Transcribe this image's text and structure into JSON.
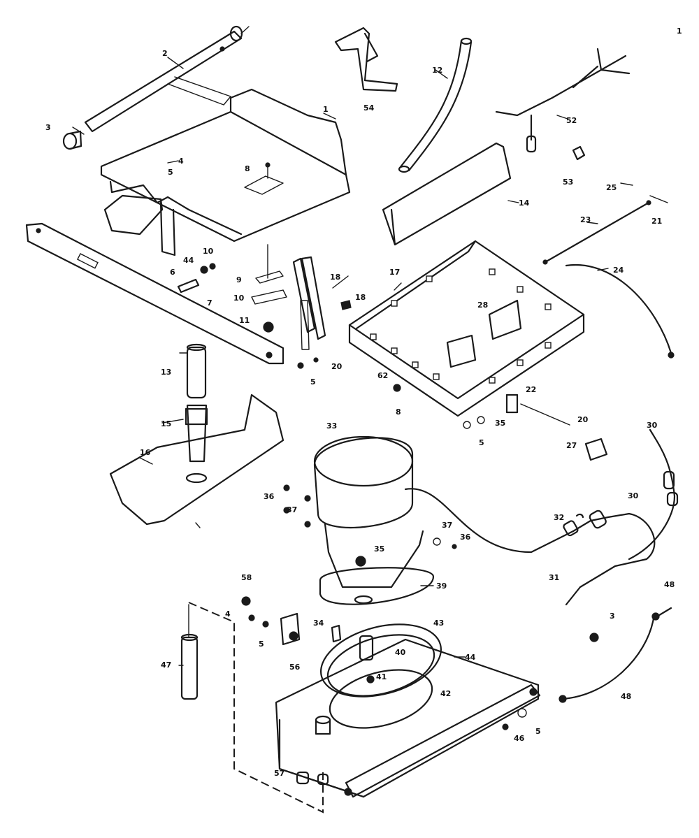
{
  "diagram": {
    "corner_mark": "1",
    "callouts": [
      {
        "id": "c1",
        "text": "1"
      },
      {
        "id": "c2",
        "text": "2"
      },
      {
        "id": "c3",
        "text": "3"
      },
      {
        "id": "c4a",
        "text": "4"
      },
      {
        "id": "c5a",
        "text": "5"
      },
      {
        "id": "c8a",
        "text": "8"
      },
      {
        "id": "c7",
        "text": "7"
      },
      {
        "id": "c6",
        "text": "6"
      },
      {
        "id": "c44a",
        "text": "44"
      },
      {
        "id": "c10a",
        "text": "10"
      },
      {
        "id": "c9",
        "text": "9"
      },
      {
        "id": "c10b",
        "text": "10"
      },
      {
        "id": "c11",
        "text": "11"
      },
      {
        "id": "c5b",
        "text": "5"
      },
      {
        "id": "c20a",
        "text": "20"
      },
      {
        "id": "c13",
        "text": "13"
      },
      {
        "id": "c15",
        "text": "15"
      },
      {
        "id": "c16",
        "text": "16"
      },
      {
        "id": "c12",
        "text": "12"
      },
      {
        "id": "c54a",
        "text": "54"
      },
      {
        "id": "c52",
        "text": "52"
      },
      {
        "id": "c53",
        "text": "53"
      },
      {
        "id": "c14",
        "text": "14"
      },
      {
        "id": "c25",
        "text": "25"
      },
      {
        "id": "c21",
        "text": "21"
      },
      {
        "id": "c23",
        "text": "23"
      },
      {
        "id": "c24",
        "text": "24"
      },
      {
        "id": "c17",
        "text": "17"
      },
      {
        "id": "c18a",
        "text": "18"
      },
      {
        "id": "c18b",
        "text": "18"
      },
      {
        "id": "c28",
        "text": "28"
      },
      {
        "id": "c62",
        "text": "62"
      },
      {
        "id": "c8b",
        "text": "8"
      },
      {
        "id": "c22",
        "text": "22"
      },
      {
        "id": "c20b",
        "text": "20"
      },
      {
        "id": "c35a",
        "text": "35"
      },
      {
        "id": "c5c",
        "text": "5"
      },
      {
        "id": "c27",
        "text": "27"
      },
      {
        "id": "c33",
        "text": "33"
      },
      {
        "id": "c36a",
        "text": "36"
      },
      {
        "id": "c37a",
        "text": "37"
      },
      {
        "id": "c35b",
        "text": "35"
      },
      {
        "id": "c37b",
        "text": "37"
      },
      {
        "id": "c36b",
        "text": "36"
      },
      {
        "id": "c39",
        "text": "39"
      },
      {
        "id": "c32",
        "text": "32"
      },
      {
        "id": "c30",
        "text": "30"
      },
      {
        "id": "c31",
        "text": "31"
      },
      {
        "id": "c58",
        "text": "58"
      },
      {
        "id": "c4b",
        "text": "4"
      },
      {
        "id": "c5d",
        "text": "5"
      },
      {
        "id": "c56",
        "text": "56"
      },
      {
        "id": "c34",
        "text": "34"
      },
      {
        "id": "c43",
        "text": "43"
      },
      {
        "id": "c40",
        "text": "40"
      },
      {
        "id": "c41",
        "text": "41"
      },
      {
        "id": "c42",
        "text": "42"
      },
      {
        "id": "c44b",
        "text": "44"
      },
      {
        "id": "c47",
        "text": "47"
      },
      {
        "id": "c3b",
        "text": "3"
      },
      {
        "id": "c48a",
        "text": "48"
      },
      {
        "id": "c48b",
        "text": "48"
      },
      {
        "id": "c5e",
        "text": "5"
      },
      {
        "id": "c46",
        "text": "46"
      },
      {
        "id": "c57",
        "text": "57"
      },
      {
        "id": "c30b",
        "text": "30"
      }
    ]
  }
}
